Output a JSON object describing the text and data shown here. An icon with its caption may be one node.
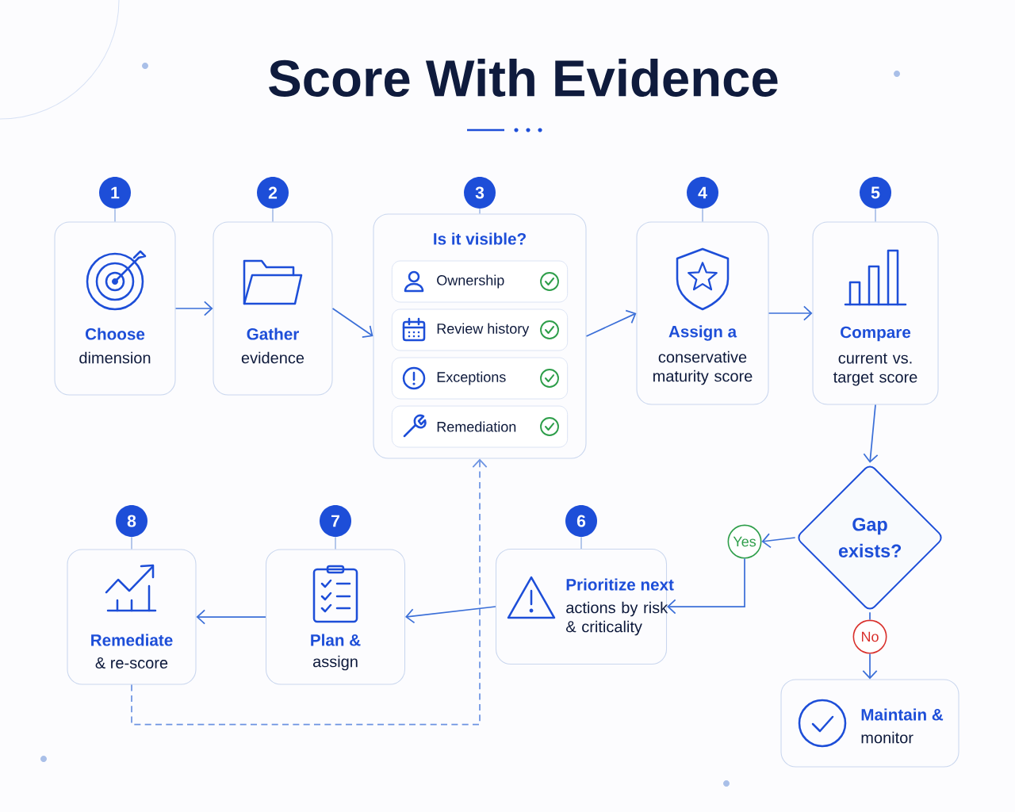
{
  "diagram": {
    "title": "Score With Evidence",
    "nodes": [
      {
        "text": [
          "1"
        ]
      },
      {
        "text": [
          "Choose",
          "dimension"
        ]
      },
      {
        "text": [
          "2"
        ]
      },
      {
        "text": [
          "Gather",
          "evidence"
        ]
      },
      {
        "text": [
          "3"
        ]
      },
      {
        "text": [
          "Is it visible?"
        ]
      },
      {
        "text": [
          "Ownership"
        ],
        "in": 5
      },
      {
        "text": [
          "Review history"
        ],
        "in": 5
      },
      {
        "text": [
          "Exceptions"
        ],
        "in": 5
      },
      {
        "text": [
          "Remediation"
        ],
        "in": 5
      },
      {
        "text": [
          "4"
        ]
      },
      {
        "text": [
          "Assign a",
          "conservative maturity score"
        ]
      },
      {
        "text": [
          "5"
        ]
      },
      {
        "text": [
          "Compare",
          "current vs. target score"
        ]
      },
      {
        "text": [
          "Gap exists?"
        ]
      },
      {
        "text": [
          "Yes"
        ]
      },
      {
        "text": [
          "No"
        ]
      },
      {
        "text": [
          "6"
        ]
      },
      {
        "text": [
          "Prioritize next",
          "actions by risk & criticality"
        ]
      },
      {
        "text": [
          "7"
        ]
      },
      {
        "text": [
          "Plan &",
          "assign"
        ]
      },
      {
        "text": [
          "8"
        ]
      },
      {
        "text": [
          "Remediate",
          "& re-score"
        ]
      },
      {
        "text": [
          "Maintain &",
          "monitor"
        ]
      }
    ],
    "edges": [
      {
        "from": 0,
        "to": 1,
        "arrow": "none",
        "color": "#a9bfe8"
      },
      {
        "from": 2,
        "to": 3,
        "arrow": "none",
        "color": "#a9bfe8"
      },
      {
        "from": 4,
        "to": 5,
        "arrow": "none",
        "color": "#a9bfe8"
      },
      {
        "from": 10,
        "to": 11,
        "arrow": "none",
        "color": "#a9bfe8"
      },
      {
        "from": 12,
        "to": 13,
        "arrow": "none",
        "color": "#a9bfe8"
      },
      {
        "from": 17,
        "to": 18,
        "arrow": "none",
        "color": "#a9bfe8"
      },
      {
        "from": 19,
        "to": 20,
        "arrow": "none",
        "color": "#a9bfe8"
      },
      {
        "from": 21,
        "to": 22,
        "arrow": "none",
        "color": "#a9bfe8"
      },
      {
        "from": 1,
        "to": 3,
        "arrow": "to"
      },
      {
        "from": 3,
        "to": 5,
        "arrow": "to"
      },
      {
        "from": 5,
        "to": 11,
        "arrow": "to"
      },
      {
        "from": 11,
        "to": 13,
        "arrow": "to"
      },
      {
        "from": 13,
        "to": 14,
        "arrow": "to"
      },
      {
        "from": 14,
        "to": 15,
        "arrow": "to"
      },
      {
        "from": 15,
        "to": 18,
        "arrow": "to"
      },
      {
        "from": 14,
        "to": 16,
        "arrow": "none"
      },
      {
        "from": 16,
        "to": 23,
        "arrow": "to"
      },
      {
        "from": 18,
        "to": 20,
        "arrow": "to"
      },
      {
        "from": 20,
        "to": 22,
        "arrow": "to"
      },
      {
        "from": 22,
        "to": 5,
        "arrow": "to",
        "style": "dashed"
      }
    ]
  }
}
